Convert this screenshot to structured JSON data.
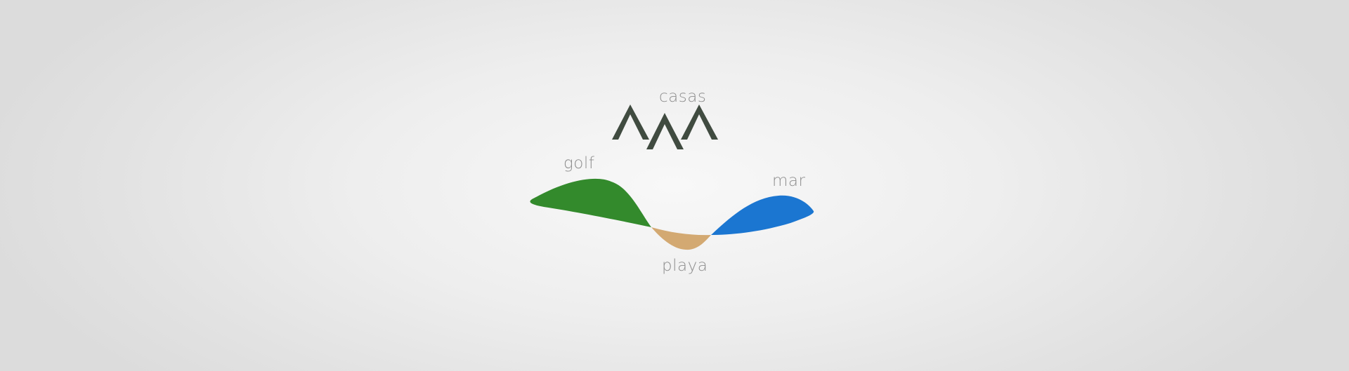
{
  "logo": {
    "labels": {
      "casas": "casas",
      "golf": "golf",
      "mar": "mar",
      "playa": "playa"
    },
    "colors": {
      "houses": "#404b40",
      "golf": "#338a2c",
      "sand": "#d3a972",
      "sea": "#1b76d1",
      "label": "#8d8d8d",
      "background": "#efefef"
    },
    "icons": [
      "house-roof-icon",
      "house-roof-icon",
      "house-roof-icon",
      "golf-hill-icon",
      "beach-sand-icon",
      "sea-wave-icon"
    ]
  }
}
